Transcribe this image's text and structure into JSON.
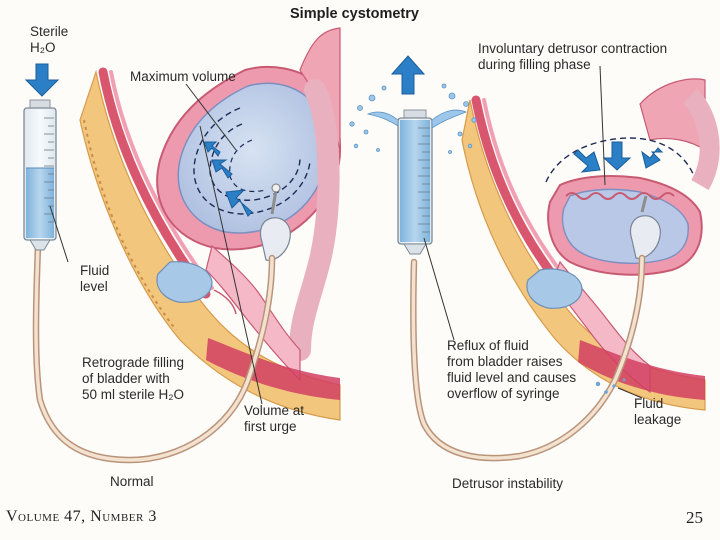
{
  "title": "Simple cystometry",
  "left_panel": {
    "caption": "Normal",
    "labels": {
      "sterile_line1": "Sterile",
      "sterile_line2": "H₂O",
      "maximum_volume": "Maximum volume",
      "fluid_level_line1": "Fluid",
      "fluid_level_line2": "level",
      "retrograde_line1": "Retrograde filling",
      "retrograde_line2": "of bladder with",
      "retrograde_line3": "50 ml sterile H₂O",
      "first_urge_line1": "Volume at",
      "first_urge_line2": "first urge"
    }
  },
  "right_panel": {
    "caption": "Detrusor instability",
    "labels": {
      "involuntary_line1": "Involuntary detrusor contraction",
      "involuntary_line2": "during filling phase",
      "reflux_line1": "Reflux of fluid",
      "reflux_line2": "from bladder raises",
      "reflux_line3": "fluid level and causes",
      "reflux_line4": "overflow of syringe",
      "leakage_line1": "Fluid",
      "leakage_line2": "leakage"
    }
  },
  "footer": {
    "journal": "Volume 47, Number 3",
    "page_number": "25"
  },
  "colors": {
    "arrow_blue": "#2a7fc6",
    "fluid_blue": "#8fbfe3",
    "tissue_pink": "#e68aa0",
    "fat_yellow": "#f0c878",
    "tube_tan": "#ecd6c2"
  }
}
